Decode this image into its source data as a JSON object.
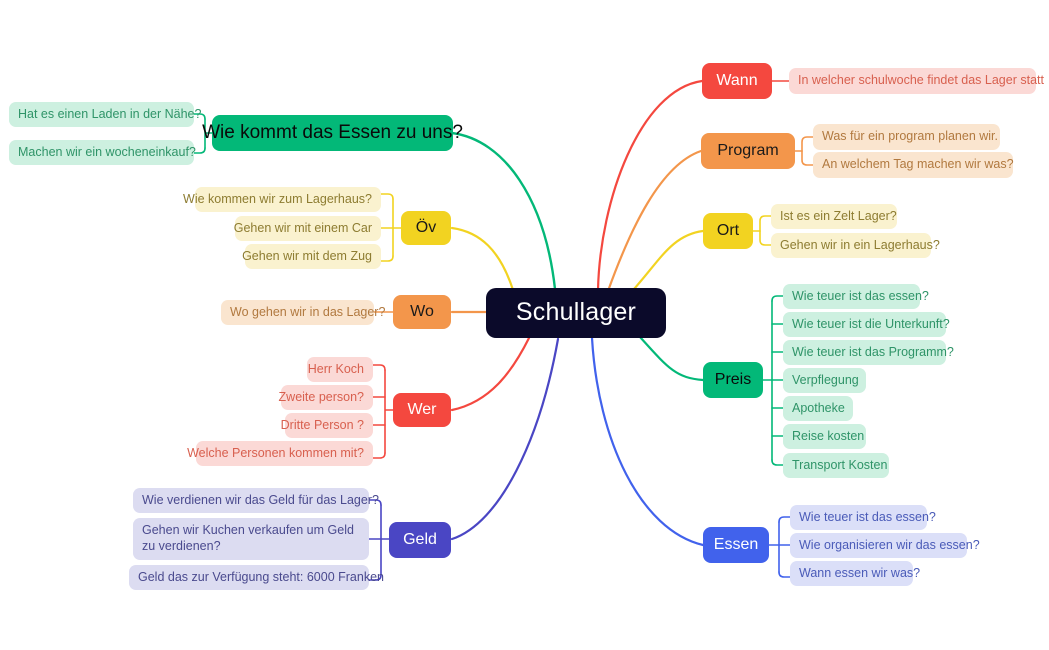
{
  "palette": {
    "root_bg": "#0b0a2a",
    "root_text": "#ffffff",
    "red": "#f4483f",
    "red_leaf_bg": "#fbd9d6",
    "red_leaf_text": "#d8604f",
    "orange": "#f3964b",
    "orange_leaf_bg": "#fae5cf",
    "orange_leaf_text": "#b1793f",
    "yellow": "#f2d321",
    "yellow_leaf_bg": "#faf2cf",
    "yellow_leaf_text": "#8d7c31",
    "green": "#03b878",
    "green_leaf_bg": "#cdf0e0",
    "green_leaf_text": "#2f9468",
    "blue": "#4162ec",
    "blue_leaf_bg": "#dbdff8",
    "blue_leaf_text": "#4a5bb8",
    "indigo": "#4a46c4",
    "indigo_leaf_bg": "#dcdcf1",
    "indigo_leaf_text": "#4a4a8e",
    "background": "#ffffff"
  },
  "root": {
    "label": "Schullager"
  },
  "branches": [
    {
      "id": "wann",
      "label": "Wann",
      "color": "red",
      "side": "right",
      "children": [
        "In welcher schulwoche findet das Lager statt"
      ]
    },
    {
      "id": "program",
      "label": "Program",
      "color": "orange",
      "side": "right",
      "children": [
        "Was für ein program planen wir.",
        "An welchem Tag machen wir was?"
      ]
    },
    {
      "id": "ort",
      "label": "Ort",
      "color": "yellow",
      "side": "right",
      "children": [
        "Ist es ein Zelt Lager?",
        "Gehen wir in ein Lagerhaus?"
      ]
    },
    {
      "id": "preis",
      "label": "Preis",
      "color": "green",
      "side": "right",
      "children": [
        "Wie teuer ist das essen?",
        "Wie teuer ist die Unterkunft?",
        "Wie teuer ist das Programm?",
        "Verpflegung",
        "Apotheke",
        "Reise kosten",
        "Transport Kosten"
      ]
    },
    {
      "id": "essen",
      "label": "Essen",
      "color": "blue",
      "side": "right",
      "children": [
        "Wie teuer ist das essen?",
        "Wie organisieren wir das essen?",
        "Wann essen wir was?"
      ]
    },
    {
      "id": "essen-herkunft",
      "label": "Wie kommt das Essen zu uns?",
      "color": "green",
      "side": "left",
      "children": [
        "Hat es einen Laden in der Nähe?",
        "Machen wir ein wocheneinkauf?"
      ]
    },
    {
      "id": "oev",
      "label": "Öv",
      "color": "yellow",
      "side": "left",
      "children": [
        "Wie kommen wir zum Lagerhaus?",
        "Gehen wir mit einem Car",
        "Gehen wir mit dem Zug"
      ]
    },
    {
      "id": "wo",
      "label": "Wo",
      "color": "orange",
      "side": "left",
      "children": [
        "Wo gehen wir in das Lager?"
      ]
    },
    {
      "id": "wer",
      "label": "Wer",
      "color": "red",
      "side": "left",
      "children": [
        "Herr Koch",
        "Zweite person?",
        "Dritte Person ?",
        "Welche Personen kommen mit?"
      ]
    },
    {
      "id": "geld",
      "label": "Geld",
      "color": "indigo",
      "side": "left",
      "children": [
        "Wie verdienen wir das Geld für das Lager?",
        "Gehen wir Kuchen verkaufen um Geld zu verdienen?",
        "Geld das zur Verfügung steht: 6000 Franken"
      ]
    }
  ]
}
